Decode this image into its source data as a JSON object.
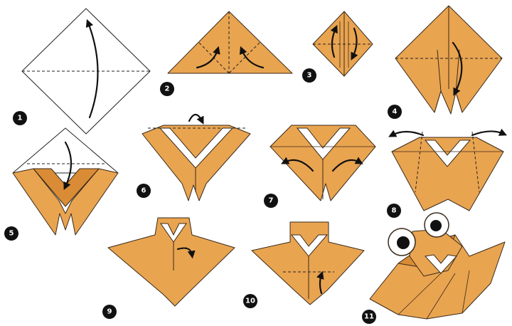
{
  "steps": [
    {
      "number": "1"
    },
    {
      "number": "2"
    },
    {
      "number": "3"
    },
    {
      "number": "4"
    },
    {
      "number": "5"
    },
    {
      "number": "6"
    },
    {
      "number": "7"
    },
    {
      "number": "8"
    },
    {
      "number": "9"
    },
    {
      "number": "10"
    },
    {
      "number": "11"
    }
  ],
  "colors": {
    "paper": "#e9a450",
    "paper_shadow": "#d98c35",
    "outline": "#3a2a1a",
    "badge": "#111111"
  }
}
